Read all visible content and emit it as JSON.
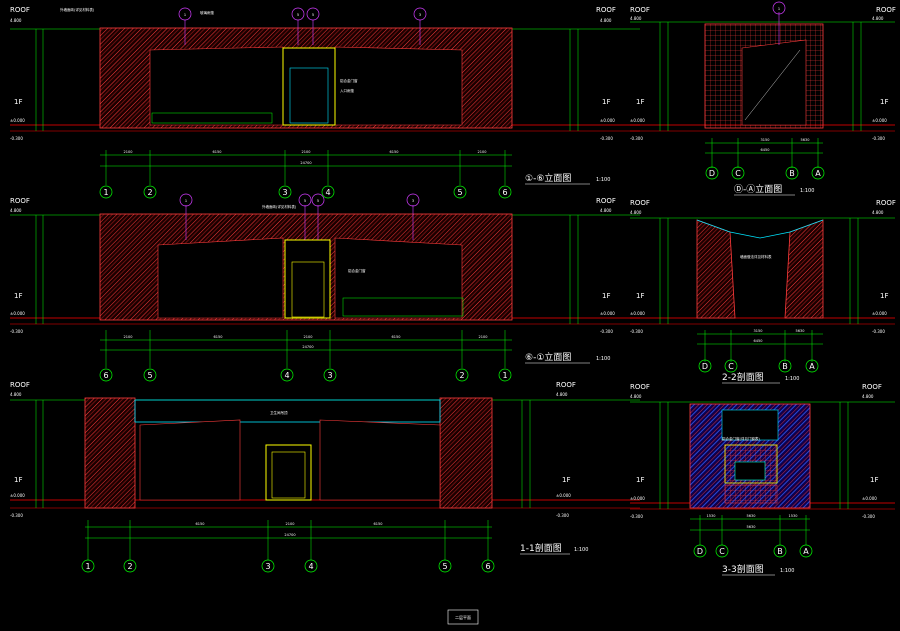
{
  "colors": {
    "background": "#000000",
    "axis_line": "#00ff00",
    "dimension_line": "#00ff00",
    "wall_hatch": "#ff3b3b",
    "floor_line": "#ff0000",
    "callout": "#d23cff",
    "door_frame": "#ffff00",
    "glazing": "#00e5ff",
    "text": "#ffffff",
    "roof_blue": "#2a5cff"
  },
  "labels": {
    "roof": "ROOF",
    "first_floor": "1F",
    "roof_level": "4.800",
    "floor_level": "±0.000",
    "ground_level": "-0.300"
  },
  "views": {
    "v1": {
      "title": "①-⑥立面图",
      "scale": "1:100",
      "axes": [
        "1",
        "2",
        "3",
        "4",
        "5",
        "6"
      ],
      "dims": [
        "2100",
        "6150",
        "2100",
        "6150",
        "2100"
      ],
      "total": "24700",
      "callouts": [
        "1",
        "5",
        "5",
        "3"
      ],
      "notes": [
        "外墙面砖(详见材料表)",
        "玻璃雨篷",
        "铝合金门窗",
        "入口雨篷"
      ]
    },
    "v2": {
      "title": "⑥-①立面图",
      "scale": "1:100",
      "axes": [
        "6",
        "5",
        "4",
        "3",
        "2",
        "1"
      ],
      "dims": [
        "2100",
        "6150",
        "2100",
        "6150",
        "2100"
      ],
      "total": "24700",
      "callouts": [
        "1",
        "5",
        "5",
        "3"
      ],
      "notes": [
        "外墙面砖(详见材料表)",
        "铝合金门窗"
      ]
    },
    "v3": {
      "title": "Ⓓ-Ⓐ立面图",
      "scale": "1:100",
      "axes": [
        "D",
        "C",
        "B",
        "A"
      ],
      "dims": [
        "3150",
        "5630"
      ],
      "total": "6450",
      "callouts": [
        "1"
      ]
    },
    "v4": {
      "title": "2-2剖面图",
      "scale": "1:100",
      "axes": [
        "D",
        "C",
        "B",
        "A"
      ],
      "dims": [
        "3150",
        "5630"
      ],
      "total": "6450",
      "notes": [
        "墙面做法详见材料表"
      ]
    },
    "v5": {
      "title": "1-1剖面图",
      "scale": "1:100",
      "axes": [
        "1",
        "2",
        "3",
        "4",
        "5",
        "6"
      ],
      "dims": [
        "6150",
        "2100",
        "6150"
      ],
      "total": "24700",
      "notes": [
        "卫生间吊顶"
      ]
    },
    "v6": {
      "title": "3-3剖面图",
      "scale": "1:100",
      "axes": [
        "D",
        "C",
        "B",
        "A"
      ],
      "dims": [
        "1530",
        "5630",
        "1530"
      ],
      "total": "5630",
      "notes": [
        "铝合金门窗(详见门窗表)"
      ]
    }
  },
  "footer": {
    "stamp": "二层平面"
  }
}
